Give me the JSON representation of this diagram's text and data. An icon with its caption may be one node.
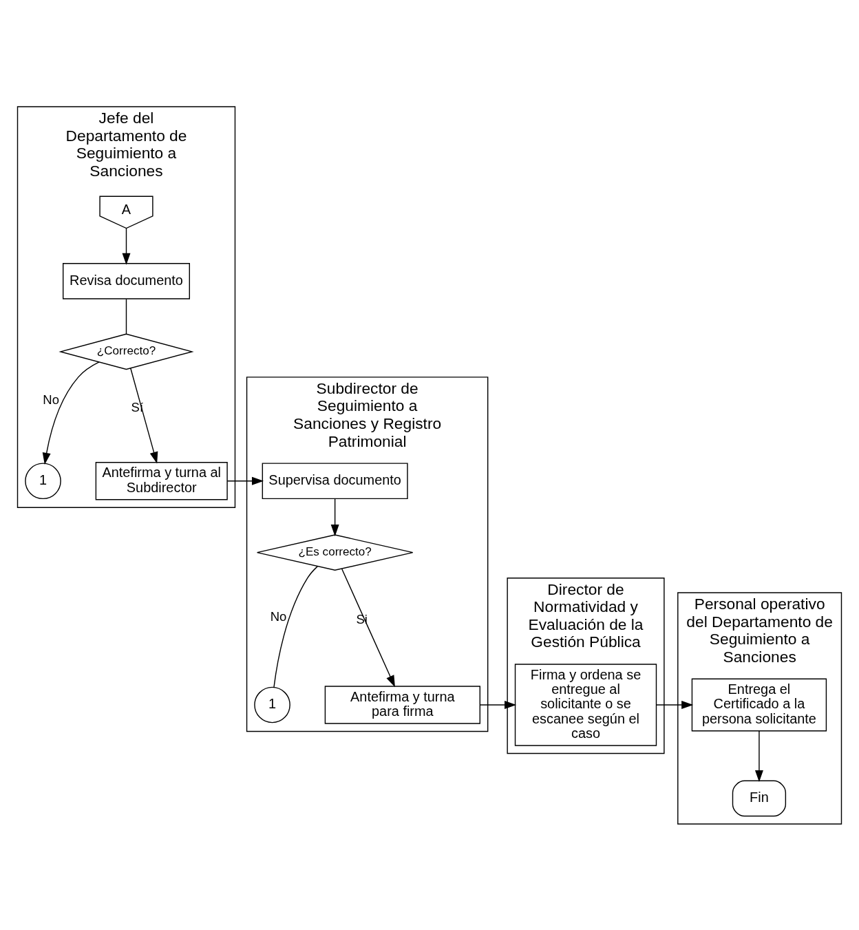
{
  "diagram": {
    "nodes": [
      {
        "text": [
          "Jefe del Departamento de Seguimiento a Sanciones"
        ]
      },
      {
        "text": [
          "Subdirector de Seguimiento a Sanciones y Registro Patrimonial"
        ]
      },
      {
        "text": [
          "Director de Normatividad y Evaluación de la Gestión Pública"
        ]
      },
      {
        "text": [
          "Personal operativo del Departamento de Seguimiento a Sanciones"
        ]
      },
      {
        "text": [
          "A"
        ],
        "in": 0
      },
      {
        "text": [
          "Revisa documento"
        ],
        "in": 0
      },
      {
        "text": [
          "¿Correcto?"
        ],
        "in": 0
      },
      {
        "text": [
          "1"
        ],
        "in": 0
      },
      {
        "text": [
          "Antefirma y turna al Subdirector"
        ],
        "in": 0
      },
      {
        "text": [
          "Supervisa documento"
        ],
        "in": 1
      },
      {
        "text": [
          "¿Es correcto?"
        ],
        "in": 1
      },
      {
        "text": [
          "1"
        ],
        "in": 1
      },
      {
        "text": [
          "Antefirma y turna para firma"
        ],
        "in": 1
      },
      {
        "text": [
          "Firma y ordena se entregue al solicitante o se escanee según el caso"
        ],
        "in": 2
      },
      {
        "text": [
          "Entrega el Certificado a la persona solicitante"
        ],
        "in": 3
      },
      {
        "text": [
          "Fin"
        ],
        "in": 3
      }
    ],
    "edges": [
      {
        "from": 4,
        "to": 5,
        "arrow": "to"
      },
      {
        "from": 5,
        "to": 6,
        "arrow": "none"
      },
      {
        "from": 6,
        "to": 7,
        "arrow": "to",
        "label": "No"
      },
      {
        "from": 6,
        "to": 8,
        "arrow": "to",
        "label": "Sí"
      },
      {
        "from": 8,
        "to": 9,
        "arrow": "to"
      },
      {
        "from": 9,
        "to": 10,
        "arrow": "to"
      },
      {
        "from": 10,
        "to": 11,
        "arrow": "none",
        "label": "No"
      },
      {
        "from": 10,
        "to": 12,
        "arrow": "to",
        "label": "Si"
      },
      {
        "from": 12,
        "to": 13,
        "arrow": "to"
      },
      {
        "from": 13,
        "to": 14,
        "arrow": "to"
      },
      {
        "from": 14,
        "to": 15,
        "arrow": "to"
      }
    ]
  }
}
